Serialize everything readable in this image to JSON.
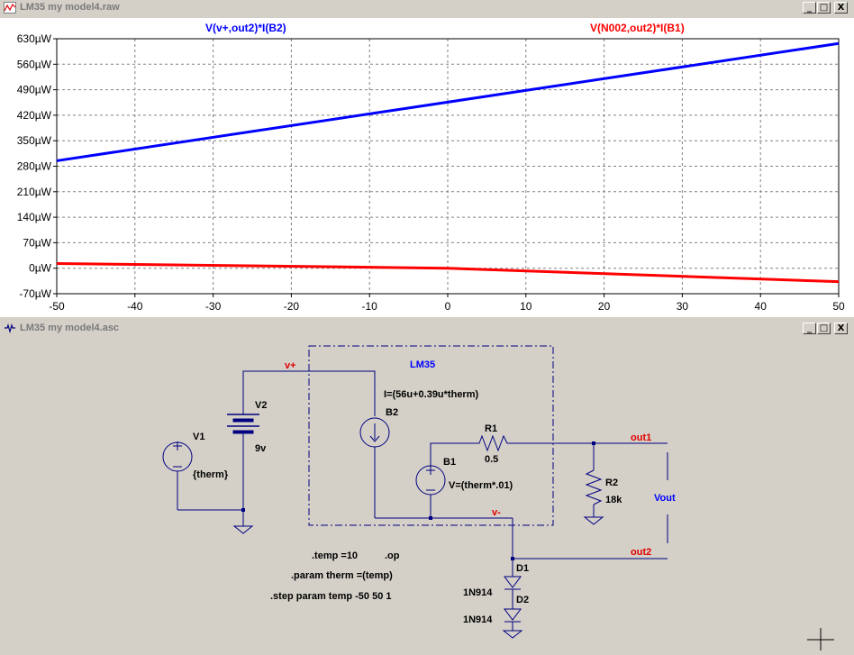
{
  "plot_window": {
    "title": "LM35 my model4.raw",
    "buttons": {
      "minimize": "_",
      "restore": "□",
      "close": "X"
    }
  },
  "schematic_window": {
    "title": "LM35 my model4.asc",
    "buttons": {
      "minimize": "_",
      "restore": "□",
      "close": "X"
    }
  },
  "chart_data": {
    "type": "line",
    "x_ticks": [
      "-50",
      "-40",
      "-30",
      "-20",
      "-10",
      "0",
      "10",
      "20",
      "30",
      "40",
      "50"
    ],
    "y_ticks": [
      "630µW",
      "560µW",
      "490µW",
      "420µW",
      "350µW",
      "280µW",
      "210µW",
      "140µW",
      "70µW",
      "0µW",
      "-70µW"
    ],
    "xlim": [
      -50,
      50
    ],
    "ylim": [
      -70,
      630
    ],
    "grid": true,
    "series": [
      {
        "name": "V(v+,out2)*I(B2)",
        "color": "#0000ff",
        "x": [
          -50,
          50
        ],
        "y": [
          295,
          617
        ]
      },
      {
        "name": "V(N002,out2)*I(B1)",
        "color": "#ff0000",
        "x": [
          -50,
          0,
          50
        ],
        "y": [
          13,
          0,
          -37
        ]
      }
    ]
  },
  "schematic": {
    "net_vplus": "v+",
    "net_vminus": "v-",
    "net_out1": "out1",
    "net_out2": "out2",
    "lm35_label": "LM35",
    "b2_expr": "I=(56u+0.39u*therm)",
    "b2_name": "B2",
    "b1_name": "B1",
    "b1_expr": "V=(therm*.01)",
    "r1_name": "R1",
    "r1_value": "0.5",
    "r2_name": "R2",
    "r2_value": "18k",
    "v1_name": "V1",
    "v1_value": "{therm}",
    "v2_name": "V2",
    "v2_value": "9v",
    "vout_label": "Vout",
    "d1_name": "D1",
    "d1_model": "1N914",
    "d2_name": "D2",
    "d2_model": "1N914",
    "directive_temp": ".temp =10",
    "directive_op": ".op",
    "directive_param": ".param therm =(temp)",
    "directive_step": ".step param temp -50 50 1"
  }
}
